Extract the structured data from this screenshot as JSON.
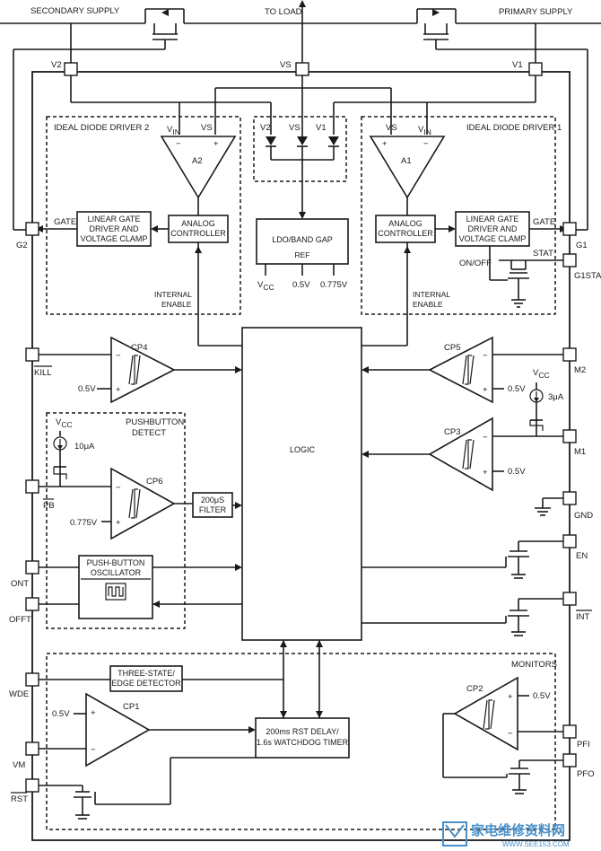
{
  "top": {
    "secondary_supply": "SECONDARY SUPPLY",
    "to_load": "TO LOAD",
    "primary_supply": "PRIMARY SUPPLY"
  },
  "pins": {
    "v2": "V2",
    "vs": "VS",
    "v1": "V1",
    "g2": "G2",
    "g1": "G1",
    "g1stat": "G1STAT",
    "kill": "KILL",
    "m2": "M2",
    "m1": "M1",
    "gnd": "GND",
    "pb": "PB",
    "en": "EN",
    "ont": "ONT",
    "offt": "OFFT",
    "int": "INT",
    "wde": "WDE",
    "vm": "VM",
    "rst": "RST",
    "pfi": "PFI",
    "pfo": "PFO"
  },
  "driver2": {
    "title": "IDEAL DIODE DRIVER 2",
    "vin": "V",
    "vin_sub": "IN",
    "vs": "VS",
    "amp": "A2",
    "gate": "GATE",
    "linear_gate": [
      "LINEAR GATE",
      "DRIVER AND",
      "VOLTAGE CLAMP"
    ],
    "analog": [
      "ANALOG",
      "CONTROLLER"
    ],
    "internal_enable": [
      "INTERNAL",
      "ENABLE"
    ]
  },
  "driver1": {
    "title": "IDEAL DIODE DRIVER 1",
    "vin": "V",
    "vin_sub": "IN",
    "vs": "VS",
    "amp": "A1",
    "gate": "GATE",
    "linear_gate": [
      "LINEAR GATE",
      "DRIVER AND",
      "VOLTAGE CLAMP"
    ],
    "analog": [
      "ANALOG",
      "CONTROLLER"
    ],
    "internal_enable": [
      "INTERNAL",
      "ENABLE"
    ],
    "stat": "STAT",
    "onoff": "ON/OFF"
  },
  "center": {
    "sel_labels": [
      "V2",
      "VS",
      "V1"
    ],
    "ldo": "LDO/BAND GAP",
    "ref": "REF",
    "vcc": "V",
    "vcc_sub": "CC",
    "v05": "0.5V",
    "v0775": "0.775V"
  },
  "comparators": {
    "cp4": "CP4",
    "cp5": "CP5",
    "cp3": "CP3",
    "cp6": "CP6",
    "cp1": "CP1",
    "cp2": "CP2",
    "v05": "0.5V",
    "v0775": "0.775V"
  },
  "logic": "LOGIC",
  "pushbutton": {
    "title": [
      "PUSHBUTTON",
      "DETECT"
    ],
    "vcc": "V",
    "vcc_sub": "CC",
    "current": "10μA",
    "filter": [
      "200μS",
      "FILTER"
    ],
    "osc": [
      "PUSH-BUTTON",
      "OSCILLATOR"
    ]
  },
  "m1_source": {
    "vcc": "V",
    "vcc_sub": "CC",
    "current": "3μA"
  },
  "monitors": {
    "title": "MONITORS",
    "three_state": [
      "THREE-STATE/",
      "EDGE DETECTOR"
    ],
    "rst_delay": [
      "200ms RST DELAY/",
      "1.6s WATCHDOG TIMER"
    ]
  },
  "watermark": {
    "cn": "家电维修资料网",
    "url": "WWW.SEE153.COM"
  }
}
